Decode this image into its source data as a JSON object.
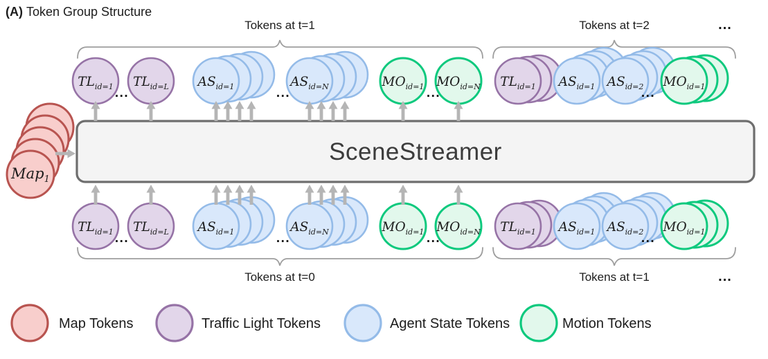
{
  "title": {
    "prefix": "(A)",
    "text": "Token Group Structure"
  },
  "diagram": {
    "model_name": "SceneStreamer",
    "ellipsis": "...",
    "map_token": {
      "main": "Map",
      "sub": "1"
    },
    "group_labels": {
      "top_left": "Tokens at t=1",
      "top_right": "Tokens at t=2",
      "bottom_left": "Tokens at t=0",
      "bottom_right": "Tokens at t=1"
    },
    "tokens": {
      "tl_1": {
        "main": "TL",
        "sub": "id=1"
      },
      "tl_L": {
        "main": "TL",
        "sub": "id=L"
      },
      "as_1": {
        "main": "AS",
        "sub": "id=1"
      },
      "as_2": {
        "main": "AS",
        "sub": "id=2"
      },
      "as_N": {
        "main": "AS",
        "sub": "id=N"
      },
      "mo_1": {
        "main": "MO",
        "sub": "id=1"
      },
      "mo_N": {
        "main": "MO",
        "sub": "id=N"
      }
    }
  },
  "legend": [
    {
      "id": "map",
      "label": "Map Tokens"
    },
    {
      "id": "traffic_light",
      "label": "Traffic Light Tokens"
    },
    {
      "id": "agent_state",
      "label": "Agent State Tokens"
    },
    {
      "id": "motion",
      "label": "Motion Tokens"
    }
  ],
  "colors": {
    "map_fill": "#f8cecc",
    "map_stroke": "#b85450",
    "traffic_light_fill": "#e2d6ea",
    "traffic_light_stroke": "#9673a6",
    "agent_state_fill": "#d9e8fb",
    "agent_state_stroke": "#94bbe8",
    "motion_fill": "#e2f8ec",
    "motion_stroke": "#0ec97e",
    "box_fill": "#f4f4f4",
    "box_stroke": "#6e6e6e",
    "arrow": "#b5b5b5",
    "brace": "#9e9e9e",
    "text": "#1c1c1c",
    "model_text": "#3c3c3c"
  }
}
